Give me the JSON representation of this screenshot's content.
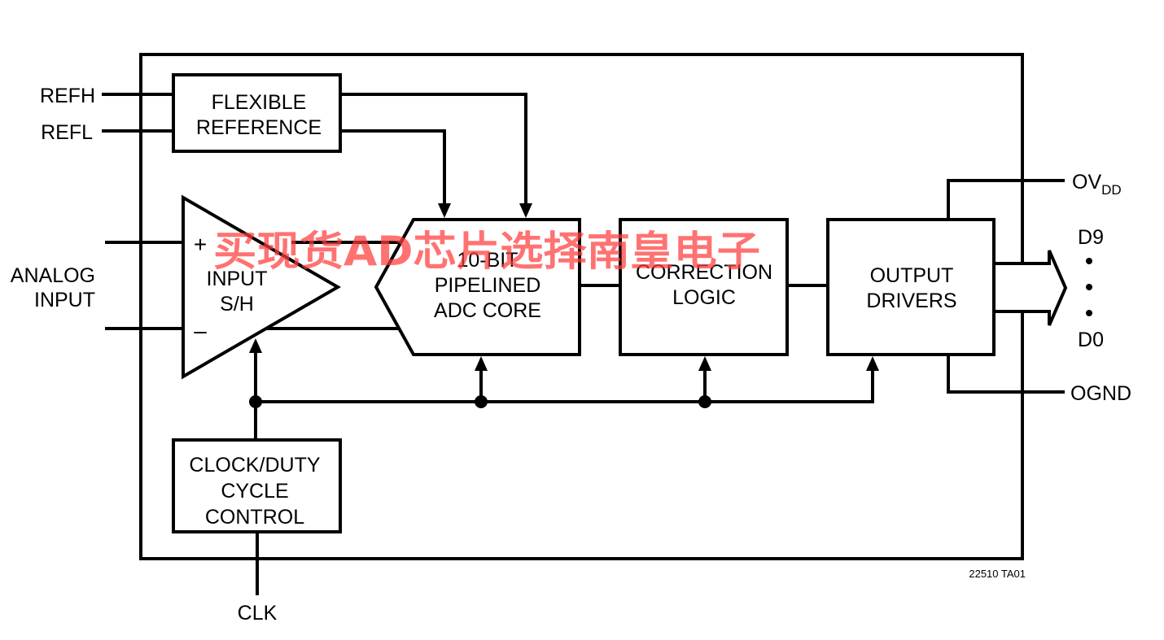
{
  "diagram": {
    "pins": {
      "refh": "REFH",
      "refl": "REFL",
      "analog_input_line1": "ANALOG",
      "analog_input_line2": "INPUT",
      "clk": "CLK",
      "ovdd_main": "OV",
      "ovdd_sub": "DD",
      "d9": "D9",
      "d0": "D0",
      "ognd": "OGND"
    },
    "blocks": {
      "flexible_reference": [
        "FLEXIBLE",
        "REFERENCE"
      ],
      "input_sh": [
        "INPUT",
        "S/H"
      ],
      "adc_core": [
        "10-BIT",
        "PIPELINED",
        "ADC CORE"
      ],
      "correction_logic": [
        "CORRECTION",
        "LOGIC"
      ],
      "output_drivers": [
        "OUTPUT",
        "DRIVERS"
      ],
      "clock_duty": [
        "CLOCK/DUTY",
        "CYCLE",
        "CONTROL"
      ]
    },
    "amp_plus": "+",
    "amp_minus": "–",
    "figure_id": "22510 TA01",
    "watermark": "买现货AD芯片选择南皇电子"
  }
}
